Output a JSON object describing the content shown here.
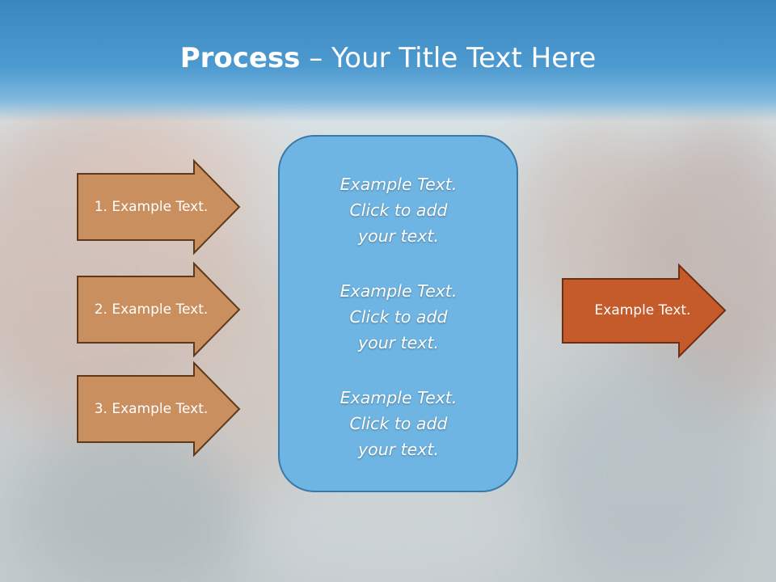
{
  "title": {
    "bold": "Process",
    "rest": " – Your Title Text Here"
  },
  "left_arrows": [
    {
      "label": "1. Example Text."
    },
    {
      "label": "2. Example Text."
    },
    {
      "label": "3. Example Text."
    }
  ],
  "center_box": {
    "blocks": [
      {
        "lines": [
          "Example Text.",
          "Click  to add",
          "your text."
        ]
      },
      {
        "lines": [
          "Example Text.",
          "Click  to add",
          "your text."
        ]
      },
      {
        "lines": [
          "Example Text.",
          "Click  to add",
          "your text."
        ]
      }
    ]
  },
  "right_arrow": {
    "label": "Example Text."
  },
  "colors": {
    "title_bar": "#3a86bf",
    "left_arrow_fill": "#c98f5e",
    "left_arrow_stroke": "#5e3a1a",
    "center_box_fill": "#6fb5e3",
    "center_box_stroke": "#3d79a8",
    "right_arrow_fill": "#c55a2b",
    "right_arrow_stroke": "#6e2e10"
  }
}
